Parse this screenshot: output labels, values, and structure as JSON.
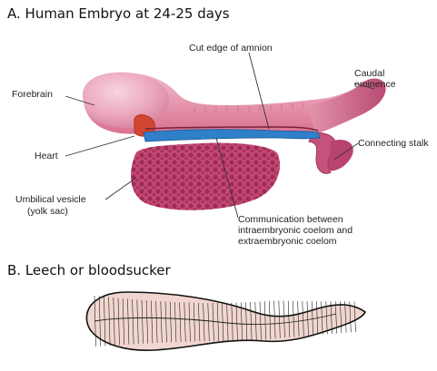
{
  "panel_a": {
    "title": "A. Human Embryo at 24-25 days",
    "labels": {
      "forebrain": "Forebrain",
      "heart": "Heart",
      "umbilical_vesicle_1": "Umbilical vesicle",
      "umbilical_vesicle_2": "(yolk sac)",
      "cut_edge": "Cut edge of amnion",
      "caudal_1": "Caudal",
      "caudal_2": "eminence",
      "connecting_stalk": "Connecting stalk",
      "communication_1": "Communication between",
      "communication_2": "intraembryonic coelom and",
      "communication_3": "extraembryonic coelom"
    }
  },
  "panel_b": {
    "title": "B. Leech or bloodsucker"
  },
  "colors": {
    "embryo_pink": "#e7a0b6",
    "embryo_dark": "#c9577c",
    "yolk_sac": "#b83a68",
    "coelom_blue": "#2f7fc9",
    "heart_red": "#d2452f",
    "leech_fill": "#f1d6d0"
  }
}
